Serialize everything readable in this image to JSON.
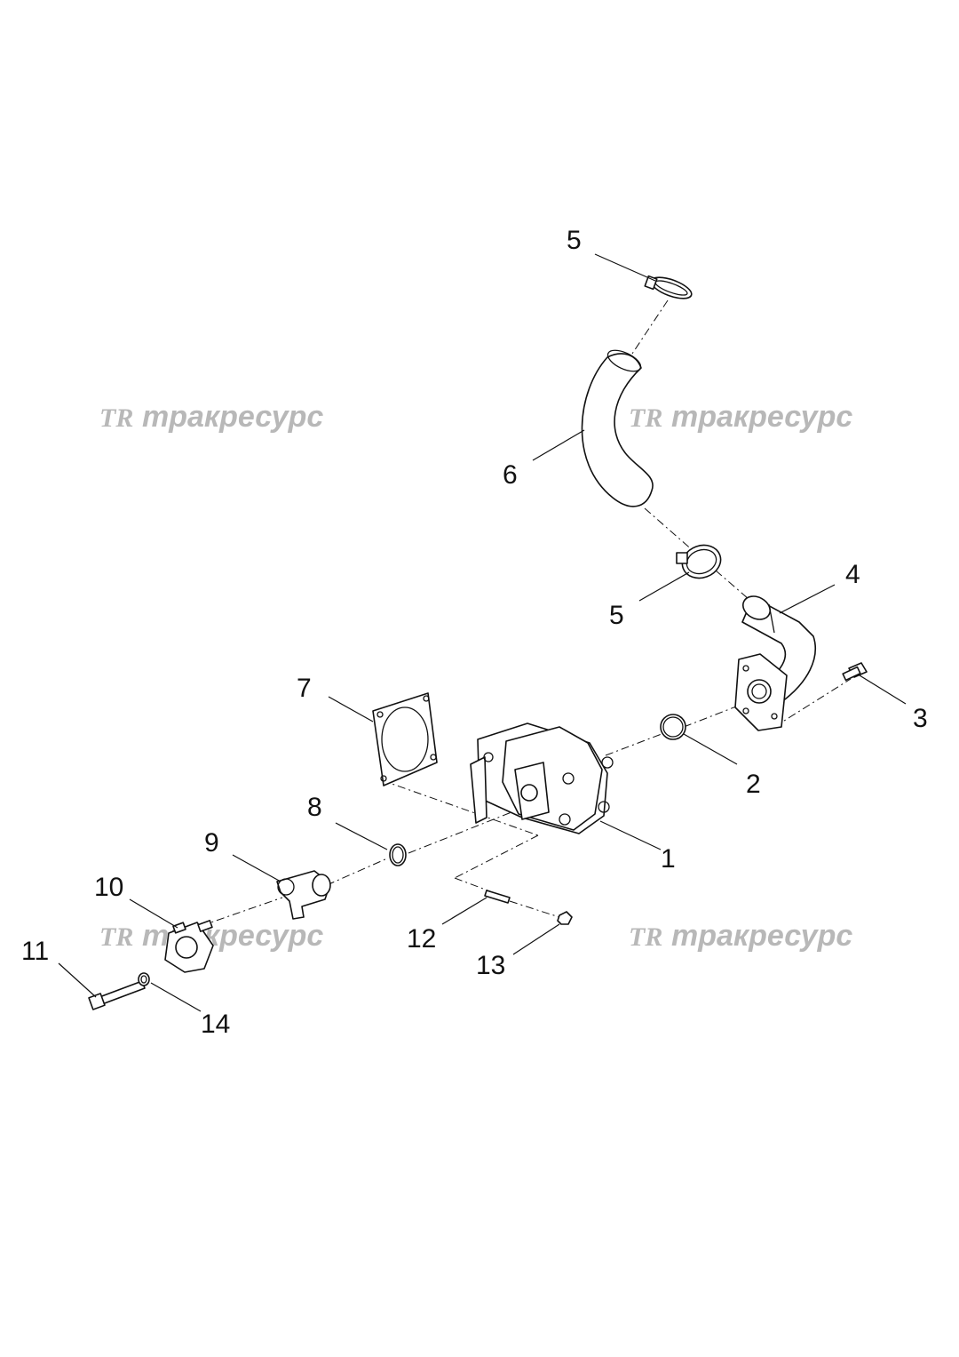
{
  "watermark": {
    "logo": "TR",
    "text": "тракресурс"
  },
  "callouts": [
    "1",
    "2",
    "3",
    "4",
    "5",
    "5",
    "6",
    "7",
    "8",
    "9",
    "10",
    "11",
    "12",
    "13",
    "14"
  ],
  "parts": {
    "pump": "1",
    "o_ring": "2",
    "bolt_flange": "3",
    "elbow": "4",
    "clamp_top": "5",
    "clamp_bottom": "5",
    "hose": "6",
    "gasket": "7",
    "o_ring_small": "8",
    "fitting": "9",
    "flange_half": "10",
    "long_bolt": "11",
    "stud": "12",
    "nut": "13",
    "washer": "14"
  }
}
